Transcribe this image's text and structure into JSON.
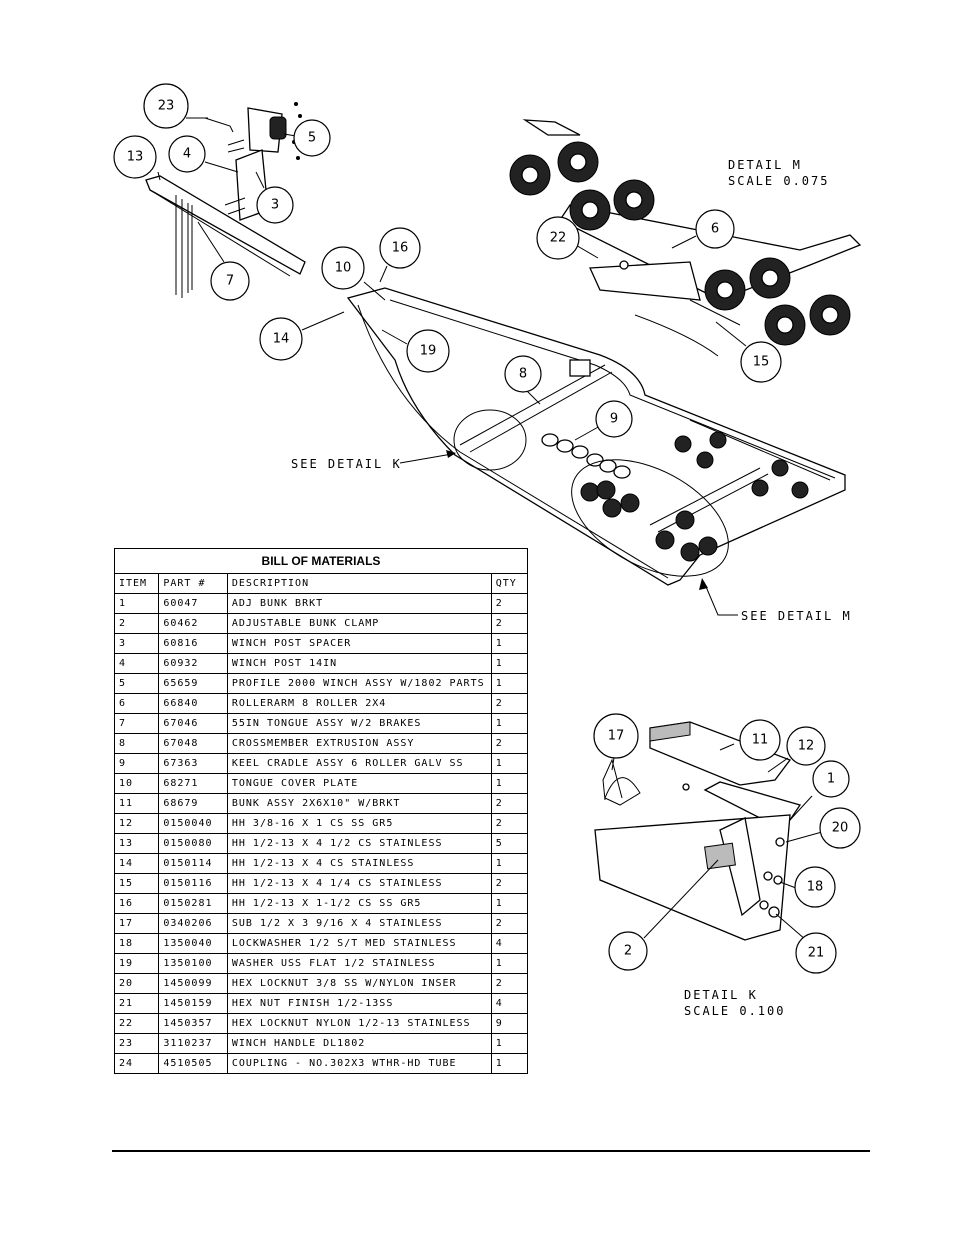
{
  "bom": {
    "title": "BILL OF MATERIALS",
    "headers": [
      "ITEM",
      "PART #",
      "DESCRIPTION",
      "QTY"
    ],
    "rows": [
      [
        "1",
        "60047",
        "ADJ BUNK BRKT",
        "2"
      ],
      [
        "2",
        "60462",
        "ADJUSTABLE BUNK CLAMP",
        "2"
      ],
      [
        "3",
        "60816",
        "WINCH POST SPACER",
        "1"
      ],
      [
        "4",
        "60932",
        "WINCH POST  14IN",
        "1"
      ],
      [
        "5",
        "65659",
        "PROFILE 2000 WINCH ASSY W/1802 PARTS",
        "1"
      ],
      [
        "6",
        "66840",
        "ROLLERARM 8 ROLLER 2X4",
        "2"
      ],
      [
        "7",
        "67046",
        "55IN TONGUE ASSY W/2 BRAKES",
        "1"
      ],
      [
        "8",
        "67048",
        "CROSSMEMBER EXTRUSION ASSY",
        "2"
      ],
      [
        "9",
        "67363",
        "KEEL CRADLE ASSY 6 ROLLER GALV SS",
        "1"
      ],
      [
        "10",
        "68271",
        "TONGUE COVER PLATE",
        "1"
      ],
      [
        "11",
        "68679",
        "BUNK ASSY 2X6X10\" W/BRKT",
        "2"
      ],
      [
        "12",
        "0150040",
        "HH 3/8-16 X 1 CS SS GR5",
        "2"
      ],
      [
        "13",
        "0150080",
        "HH 1/2-13 X 4 1/2 CS STAINLESS",
        "5"
      ],
      [
        "14",
        "0150114",
        "HH 1/2-13 X 4 CS STAINLESS",
        "1"
      ],
      [
        "15",
        "0150116",
        "HH 1/2-13 X 4 1/4 CS STAINLESS",
        "2"
      ],
      [
        "16",
        "0150281",
        "HH 1/2-13 X 1-1/2 CS SS GR5",
        "1"
      ],
      [
        "17",
        "0340206",
        "SUB 1/2 X 3 9/16 X 4 STAINLESS",
        "2"
      ],
      [
        "18",
        "1350040",
        "LOCKWASHER 1/2 S/T MED STAINLESS",
        "4"
      ],
      [
        "19",
        "1350100",
        "WASHER USS FLAT 1/2 STAINLESS",
        "1"
      ],
      [
        "20",
        "1450099",
        "HEX LOCKNUT 3/8 SS W/NYLON INSER",
        "2"
      ],
      [
        "21",
        "1450159",
        "HEX NUT FINISH 1/2-13SS",
        "4"
      ],
      [
        "22",
        "1450357",
        "HEX LOCKNUT NYLON 1/2-13 STAINLESS",
        "9"
      ],
      [
        "23",
        "3110237",
        "WINCH HANDLE  DL1802",
        "1"
      ],
      [
        "24",
        "4510505",
        "COUPLING - NO.302X3 WTHR-HD TUBE",
        "1"
      ]
    ]
  },
  "callouts": [
    "23",
    "5",
    "13",
    "4",
    "3",
    "7",
    "16",
    "10",
    "14",
    "19",
    "22",
    "6",
    "15",
    "8",
    "9",
    "17",
    "11",
    "12",
    "1",
    "20",
    "18",
    "2",
    "21"
  ],
  "notes": {
    "detail_m_title": "DETAIL  M",
    "detail_m_scale": "SCALE  0.075",
    "see_detail_k": "SEE DETAIL  K",
    "see_detail_m": "SEE DETAIL  M",
    "detail_k_title": "DETAIL  K",
    "detail_k_scale": "SCALE  0.100"
  }
}
